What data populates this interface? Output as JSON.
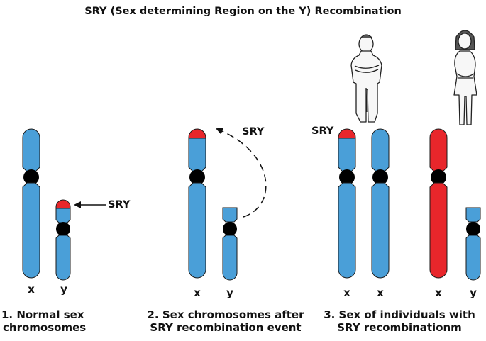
{
  "title": "SRY (Sex determining Region on the Y) Recombination",
  "sry_label": "SRY",
  "colors": {
    "chromosome": "#4A9FD8",
    "sry_segment": "#E8262B",
    "centromere": "#000000",
    "outline": "#1a1a1a"
  },
  "panels": [
    {
      "caption_line1": "1. Normal  sex",
      "caption_line2": "chromosomes",
      "labels": [
        "x",
        "y"
      ]
    },
    {
      "caption_line1": "2. Sex chromosomes after",
      "caption_line2": "SRY recombination event",
      "labels": [
        "x",
        "y"
      ]
    },
    {
      "caption_line1": "3. Sex of individuals with",
      "caption_line2": "SRY recombinationm",
      "labels": [
        "x",
        "x",
        "x",
        "y"
      ]
    }
  ],
  "figures": [
    {
      "icon": "male-figure-icon"
    },
    {
      "icon": "female-figure-icon"
    }
  ]
}
